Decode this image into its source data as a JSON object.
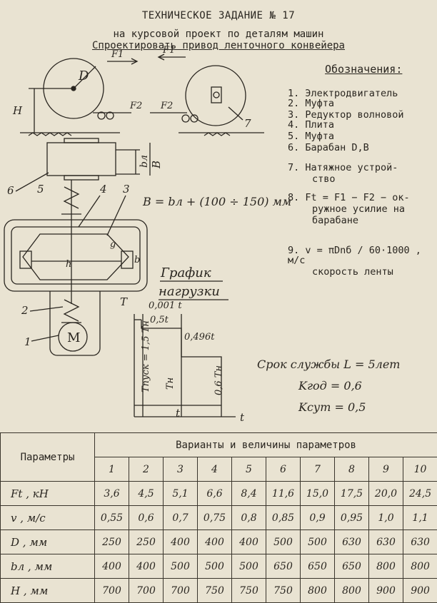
{
  "header": {
    "title": "ТЕХНИЧЕСКОЕ ЗАДАНИЕ № 17",
    "line1": "на курсовой проект по деталям машин",
    "line2": "Спроектировать привод ленточного конвейера"
  },
  "legend": {
    "title": "Обозначения:",
    "items": [
      "1. Электродвигатель",
      "2. Муфта",
      "3. Редуктор волновой",
      "4. Плита",
      "5. Муфта",
      "6. Барабан D,B",
      "7. Натяжное устрой-",
      "ство",
      "8. Ft = F1 − F2 − ок-",
      "ружное усилие на",
      "барабане",
      "9. v = πDnб / 60·1000 , м/с",
      "скорость ленты"
    ]
  },
  "drawing": {
    "label_D": "D",
    "label_H": "H",
    "label_F1a": "F1",
    "label_F1b": "F1",
    "label_F2a": "F2",
    "label_F2b": "F2",
    "label_7": "7",
    "label_bl": "bл",
    "label_B": "B",
    "label_6": "6",
    "label_5": "5",
    "label_4": "4",
    "label_3": "3",
    "label_g": "g",
    "label_h": "h",
    "label_b": "b",
    "label_2": "2",
    "label_1": "1",
    "label_M": "M",
    "formula_B": "B = bл + (100 ÷ 150) мм",
    "graph_title1": "График",
    "graph_title2": "нагрузки",
    "graph_T": "T",
    "graph_t1": "0,001 t",
    "graph_t2": "0,5t",
    "graph_t3": "0,496t",
    "graph_Tpusk": "Tпуск = 1,5 Tн",
    "graph_Tn": "Tн",
    "graph_06": "0,6 Tн",
    "graph_t": "t",
    "graph_taxis": "t",
    "life1": "Срок службы L = 5лет",
    "life2": "Kгод = 0,6",
    "life3": "Kсут = 0,5"
  },
  "table": {
    "col0": "Параметры",
    "group": "Варианты и величины параметров",
    "variants": [
      "1",
      "2",
      "3",
      "4",
      "5",
      "6",
      "7",
      "8",
      "9",
      "10"
    ],
    "rows": [
      {
        "label": "Ft , кН",
        "values": [
          "3,6",
          "4,5",
          "5,1",
          "6,6",
          "8,4",
          "11,6",
          "15,0",
          "17,5",
          "20,0",
          "24,5"
        ]
      },
      {
        "label": "v , м/с",
        "values": [
          "0,55",
          "0,6",
          "0,7",
          "0,75",
          "0,8",
          "0,85",
          "0,9",
          "0,95",
          "1,0",
          "1,1"
        ]
      },
      {
        "label": "D , мм",
        "values": [
          "250",
          "250",
          "400",
          "400",
          "400",
          "500",
          "500",
          "630",
          "630",
          "630"
        ]
      },
      {
        "label": "bл , мм",
        "values": [
          "400",
          "400",
          "500",
          "500",
          "500",
          "650",
          "650",
          "650",
          "800",
          "800"
        ]
      },
      {
        "label": "H , мм",
        "values": [
          "700",
          "700",
          "700",
          "750",
          "750",
          "750",
          "800",
          "800",
          "900",
          "900"
        ]
      }
    ]
  }
}
